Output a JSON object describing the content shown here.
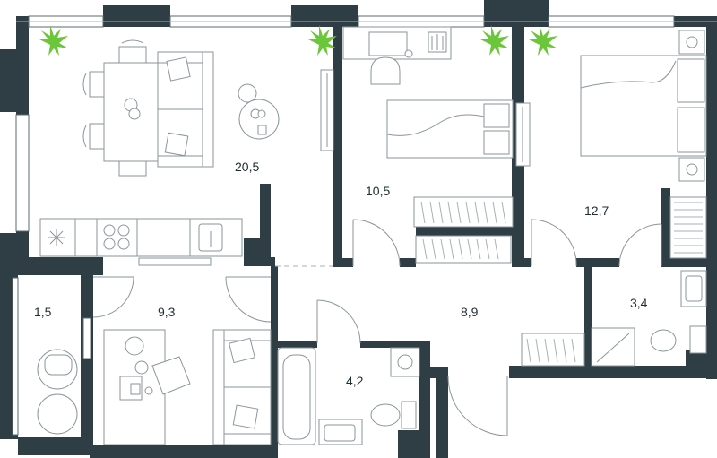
{
  "rooms": [
    {
      "id": "living_kitchen",
      "area": "20,5"
    },
    {
      "id": "bedroom_1",
      "area": "10,5"
    },
    {
      "id": "bedroom_2",
      "area": "12,7"
    },
    {
      "id": "balcony",
      "area": "1,5"
    },
    {
      "id": "study",
      "area": "9,3"
    },
    {
      "id": "hall",
      "area": "8,9"
    },
    {
      "id": "bathroom_1",
      "area": "4,2"
    },
    {
      "id": "bathroom_2",
      "area": "3,4"
    }
  ],
  "colors": {
    "wall": "#2e3e44",
    "furniture_line": "#8a969a",
    "window_glass": "#bfe3f2",
    "plant": "#6cc63a"
  },
  "icons": [
    "plant-icon",
    "bed-icon",
    "sofa-icon",
    "table-icon",
    "chair-icon",
    "stove-icon",
    "sink-icon",
    "bathtub-icon",
    "toilet-icon",
    "shower-icon",
    "washing-machine-icon",
    "wardrobe-icon",
    "desk-icon",
    "armchair-icon"
  ]
}
